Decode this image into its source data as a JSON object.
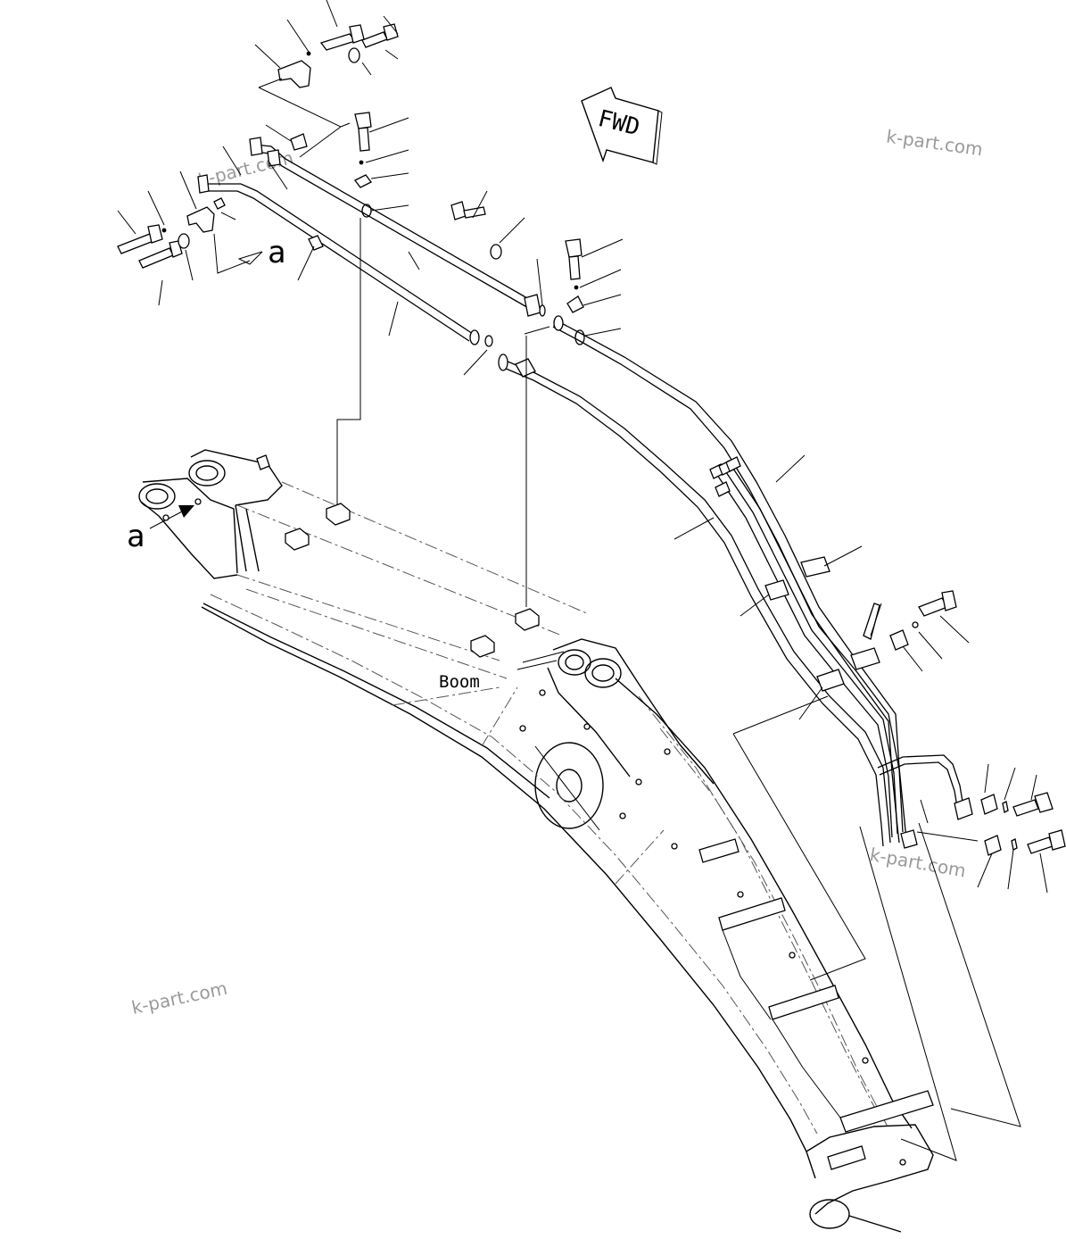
{
  "labels": {
    "fwd": "FWD",
    "boom": "Boom",
    "detail_a_top": "a",
    "detail_a_boom": "a"
  },
  "watermarks": [
    "k-part.com",
    "k-part.com",
    "k-part.com",
    "k-part.com"
  ],
  "colors": {
    "line": "#000000",
    "watermark": "#9a9a9a",
    "background": "#ffffff"
  }
}
